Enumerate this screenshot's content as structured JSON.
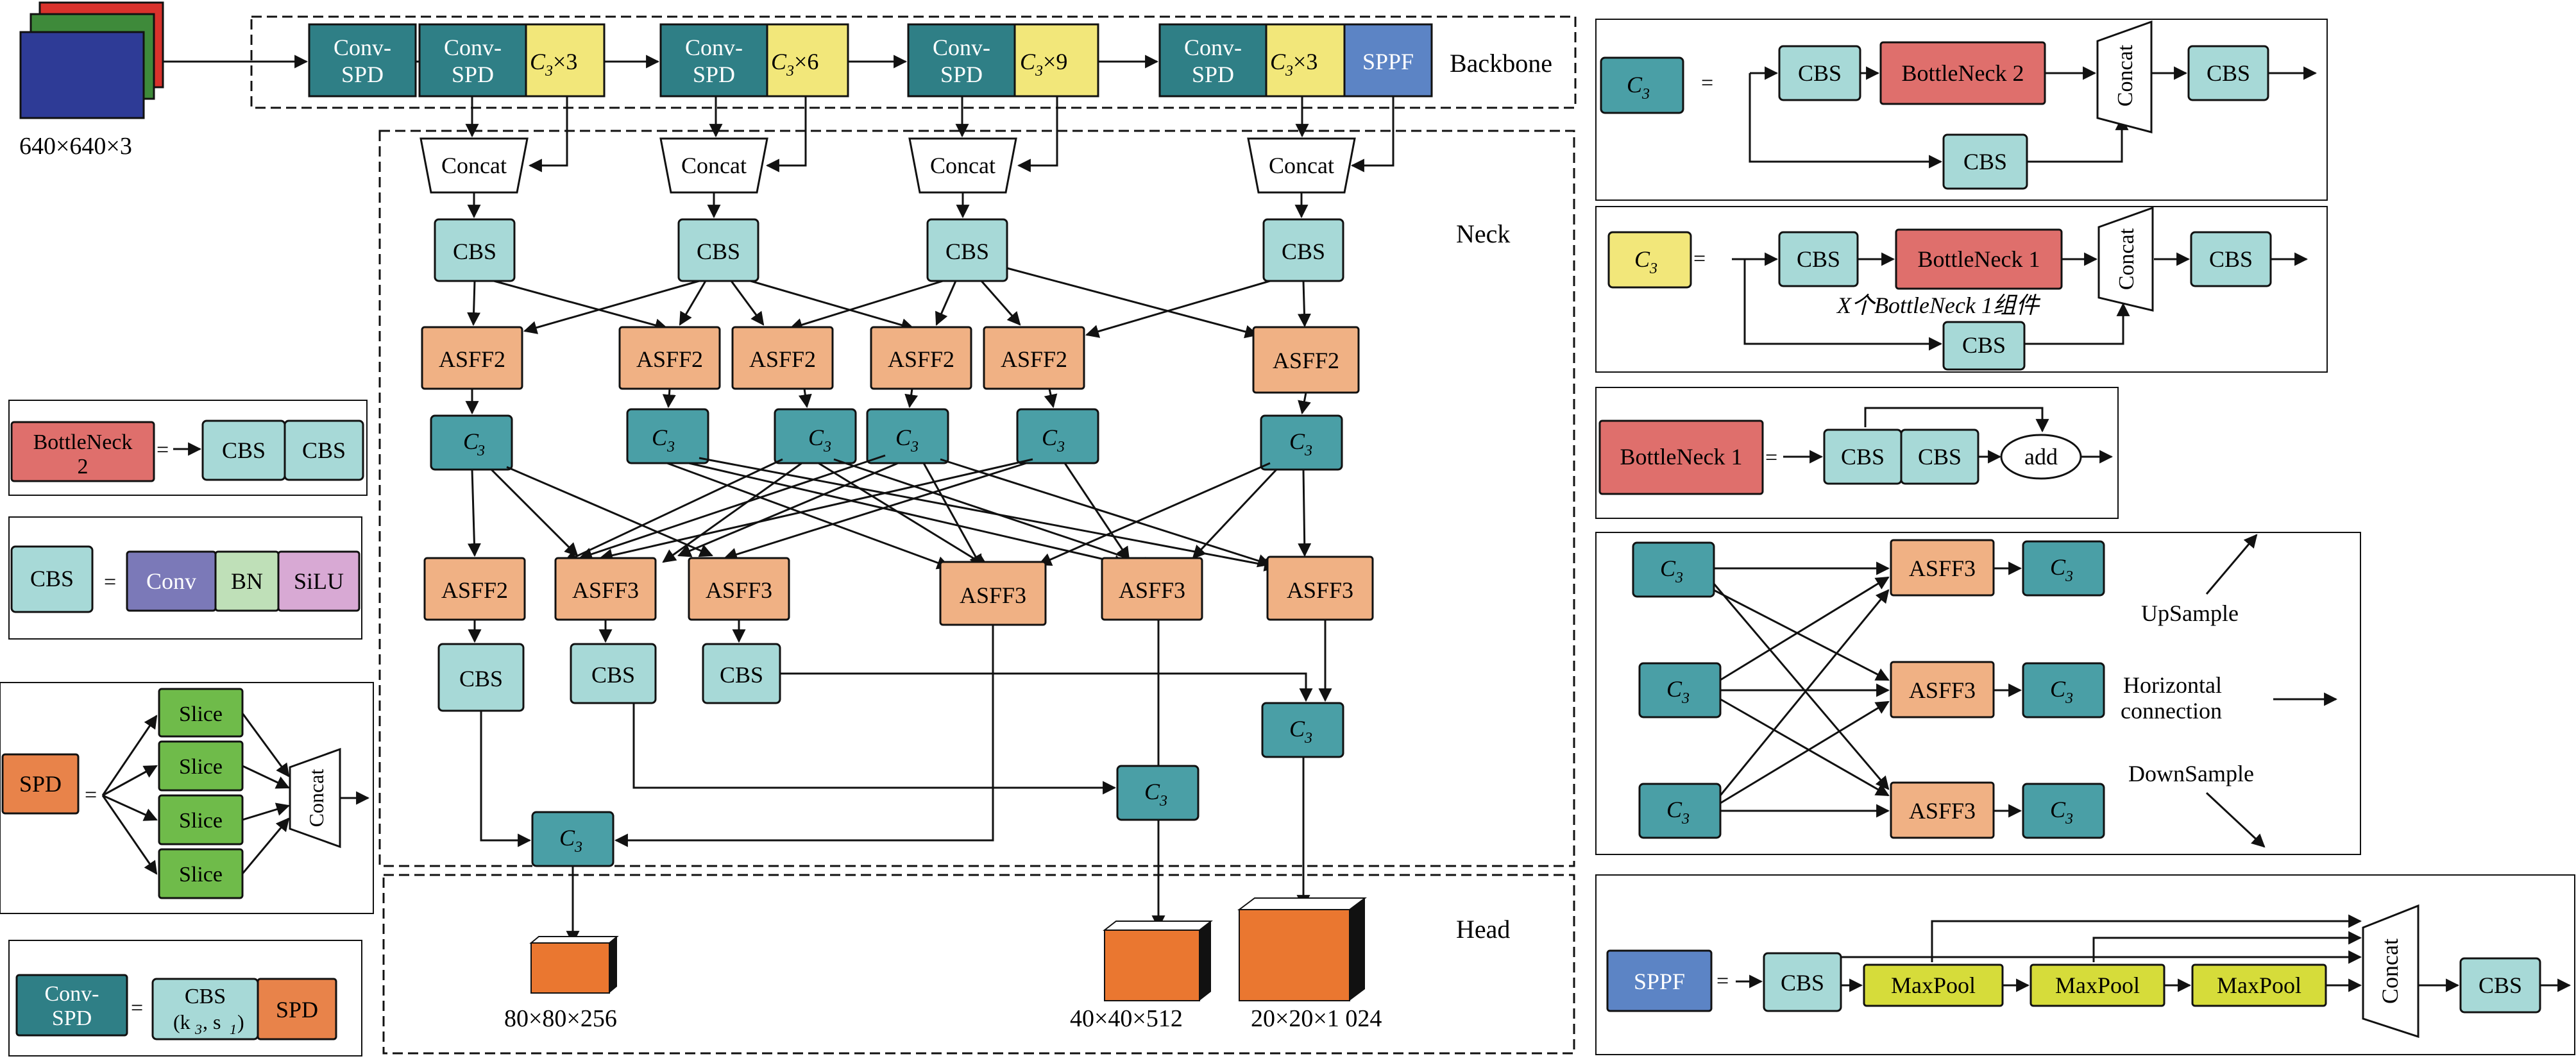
{
  "input": {
    "size": "640×640×3"
  },
  "backbone": {
    "label": "Backbone",
    "conv_spd": "Conv-SPD",
    "c3_x3": "×3",
    "c3_x6": "×6",
    "c3_x9": "×9",
    "sppf": "SPPF"
  },
  "neck": {
    "label": "Neck",
    "concat": "Concat",
    "cbs": "CBS",
    "asff2": "ASFF2",
    "asff3": "ASFF3",
    "c3": "C"
  },
  "head": {
    "label": "Head",
    "out1": "80×80×256",
    "out2": "40×40×512",
    "out3": "20×20×1 024"
  },
  "legend": {
    "eq": "=",
    "bottleneck2_l1": "BottleNeck",
    "bottleneck2_l2": "2",
    "bottleneck2": "BottleNeck 2",
    "bottleneck1": "BottleNeck 1",
    "cbs": "CBS",
    "conv": "Conv",
    "bn": "BN",
    "silu": "SiLU",
    "spd": "SPD",
    "slice": "Slice",
    "concat": "Concat",
    "convspd_l1": "Conv-",
    "convspd_l2": "SPD",
    "cbs_params": "(k",
    "cbs_params_mid": ", s",
    "cbs_params_end": ")",
    "x_bottleneck": "X个BottleNeck 1组件",
    "add": "add",
    "asff3": "ASFF3",
    "upsample": "UpSample",
    "horizontal_l1": "Horizontal",
    "horizontal_l2": "connection",
    "downsample": "DownSample",
    "maxpool": "MaxPool",
    "sppf": "SPPF"
  },
  "colors": {
    "teal": "#4a9fa6",
    "dark_teal": "#2f7f86",
    "light_teal": "#a7d9d7",
    "yellow": "#f2e77a",
    "orange": "#f0b184",
    "red": "#df6f6c",
    "green": "#6fbb4a",
    "purple": "#7b79b8",
    "mint": "#bfe0b8",
    "pink": "#d8a9d4",
    "blue": "#5c84c5",
    "spd": "#e8834a",
    "lime": "#d6dc3a",
    "head_cube": "#ea7730"
  }
}
